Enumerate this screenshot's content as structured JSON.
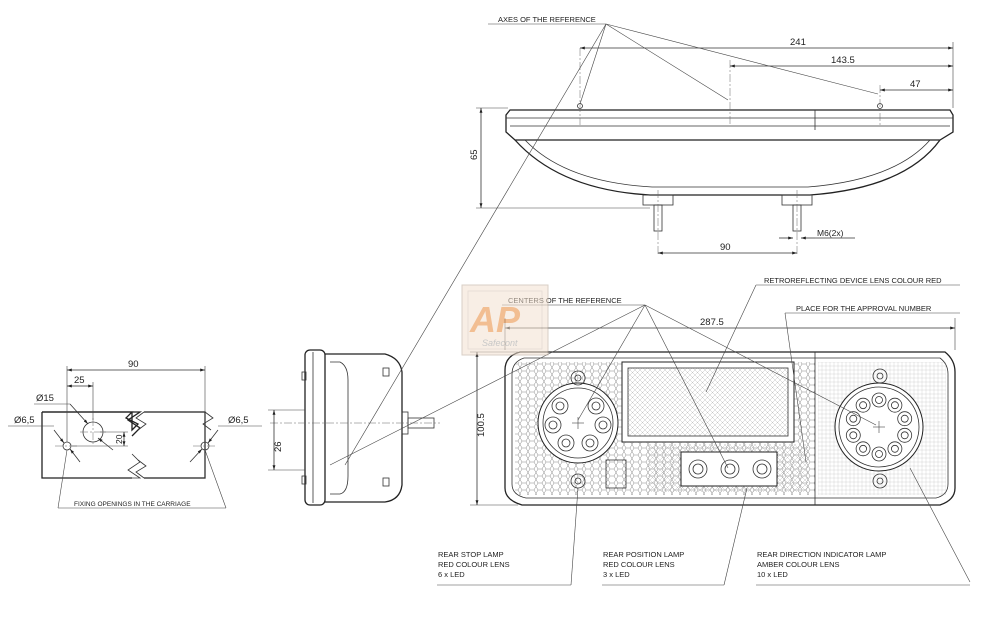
{
  "labels": {
    "axes_reference": "AXES OF THE REFERENCE",
    "centers_reference": "CENTERS OF THE REFERENCE",
    "retroreflecting": "RETROREFLECTING DEVICE LENS COLOUR RED",
    "approval_place": "PLACE FOR THE APPROVAL NUMBER",
    "fixing_openings": "FIXING OPENINGS IN THE CARRIAGE",
    "stop_lamp": [
      "REAR STOP LAMP",
      "RED COLOUR LENS",
      "6 x LED"
    ],
    "position_lamp": [
      "REAR POSITION  LAMP",
      "RED COLOUR LENS",
      "3 x LED"
    ],
    "indicator_lamp": [
      "REAR DIRECTION INDICATOR LAMP",
      "AMBER COLOUR LENS",
      "10 x LED"
    ]
  },
  "dimensions": {
    "width_241": "241",
    "width_143_5": "143.5",
    "width_47": "47",
    "height_65": "65",
    "stud_spacing": "90",
    "thread": "M6(2x)",
    "front_width": "287.5",
    "front_height": "100.5",
    "side_26": "26",
    "fix_90": "90",
    "fix_25": "25",
    "fix_dia_15": "Ø15",
    "fix_dia_left": "Ø6,5",
    "fix_dia_right": "Ø6,5",
    "fix_20": "20"
  },
  "watermark": {
    "logo": "AP",
    "script": "Safecont"
  },
  "colors": {
    "line": "#222222",
    "watermark_orange": "#e88a3a",
    "watermark_grey": "#9a9a9a"
  }
}
